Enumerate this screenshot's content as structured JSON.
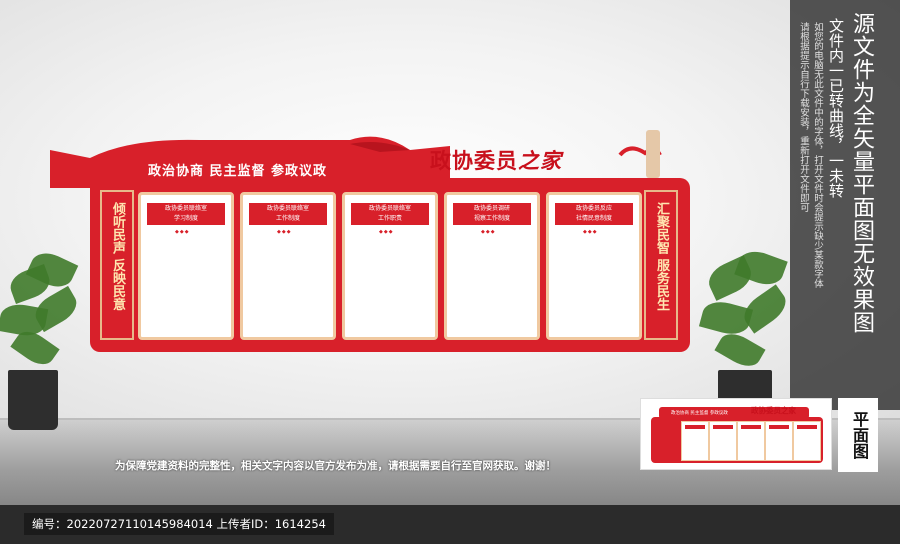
{
  "board": {
    "slogan_top": "政治协商 民主监督 参政议政",
    "title": "政协委员",
    "title_tail": "之家",
    "left_vertical": "倾听民声 反映民意",
    "right_vertical": "汇聚民智 服务民生",
    "panels": [
      {
        "heading": "政协委员联络室\n学习制度"
      },
      {
        "heading": "政协委员联络室\n工作制度"
      },
      {
        "heading": "政协委员联络室\n工作职责"
      },
      {
        "heading": "政协委员调研\n视察工作制度"
      },
      {
        "heading": "政协委员反应\n社情民意制度"
      }
    ],
    "brand_red": "#d8202a"
  },
  "notice": "为保障党建资料的完整性，相关文字内容以官方发布为准，请根据需要自行至官网获取。谢谢！",
  "info_bar": "编号：20220727110145984014 上传者ID：1614254",
  "sidebar": {
    "line1": "源文件为全矢量平面图无效果图",
    "line2": "文件内一已转曲线，一未转",
    "line3": "如您的电脑无此文件中的字体，打开文件时会提示缺少某款字体",
    "line4": "请根据提示自行下载安装，重新打开文件即可",
    "flat_label": "平面图"
  },
  "mini": {
    "slogan": "政治协商 民主监督 参政议政",
    "title": "政协委员之家"
  }
}
